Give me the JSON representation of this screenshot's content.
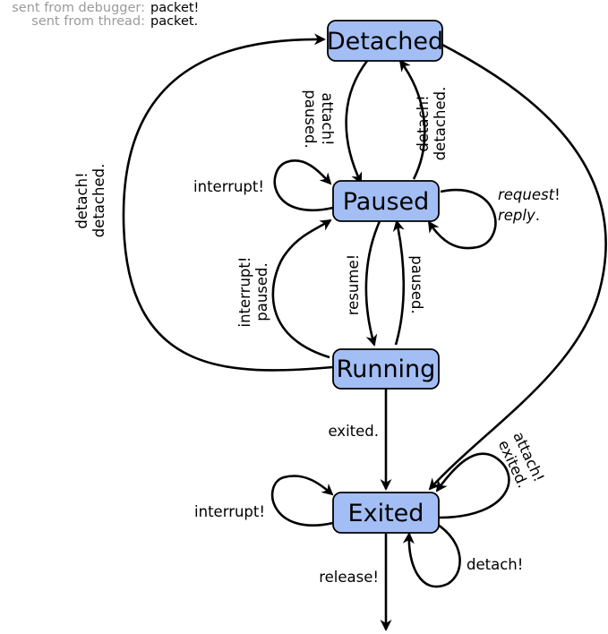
{
  "legend": {
    "debugger_label": "sent from debugger:",
    "debugger_value": "packet!",
    "thread_label": "sent from thread:",
    "thread_value": "packet."
  },
  "states": {
    "detached": "Detached",
    "paused": "Paused",
    "running": "Running",
    "exited": "Exited"
  },
  "transitions": {
    "attach_line1": "attach!",
    "attach_line2": "paused.",
    "detach_line1": "detach!",
    "detach_line2": "detached.",
    "outer_detach_line1": "detach!",
    "outer_detach_line2": "detached.",
    "interrupt_paused": "interrupt!",
    "request_word": "request",
    "request_mark": "!",
    "reply_word": "reply",
    "reply_mark": ".",
    "running_interrupt_line1": "interrupt!",
    "running_interrupt_line2": "paused.",
    "resume": "resume!",
    "paused_from_running": "paused.",
    "exited": "exited.",
    "attach_exited_line1": "attach!",
    "attach_exited_line2": "exited.",
    "interrupt_exited": "interrupt!",
    "detach_exited": "detach!",
    "release": "release!"
  },
  "colors": {
    "node_fill": "#a3bef5",
    "legend_key": "#9a9a9a"
  }
}
